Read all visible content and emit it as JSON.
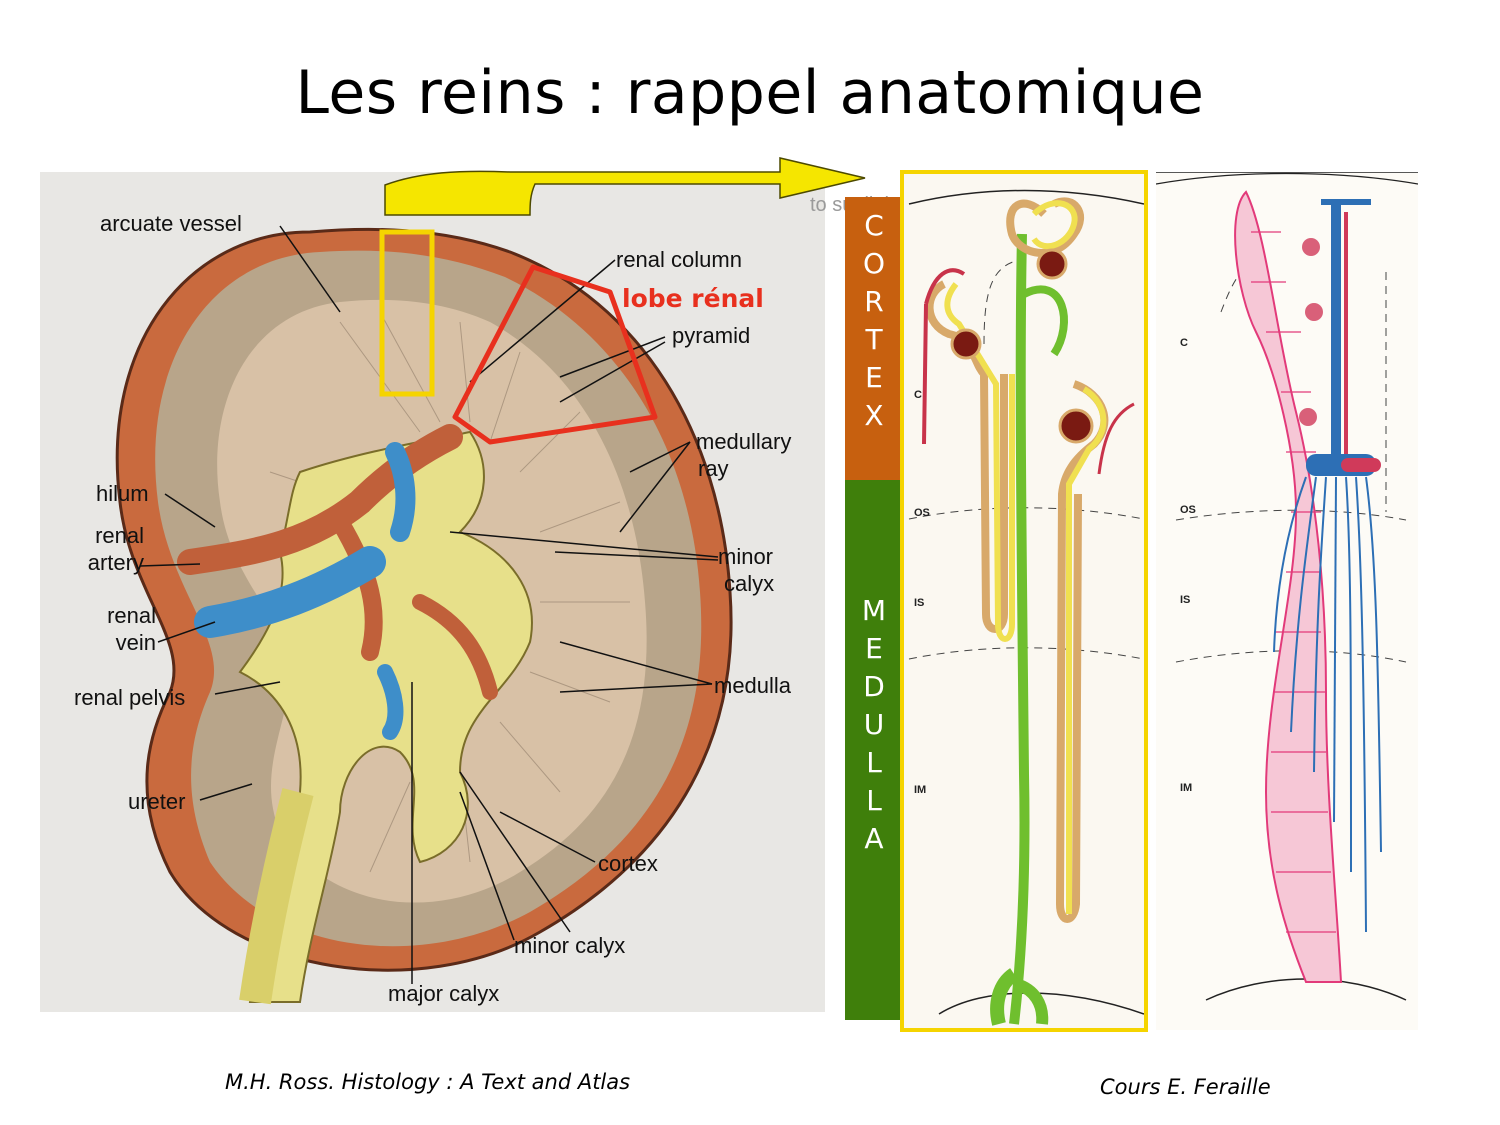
{
  "title": "Les reins : rappel anatomique",
  "kidney_labels": {
    "arcuate_vessel": "arcuate vessel",
    "renal_column": "renal column",
    "lobe_renal": "lobe rénal",
    "pyramid": "pyramid",
    "medullary_ray": [
      "medullary",
      "ray"
    ],
    "hilum": "hilum",
    "renal_artery": [
      "renal",
      "artery"
    ],
    "renal_vein": [
      "renal",
      "vein"
    ],
    "minor_calyx_right": [
      "minor",
      "calyx"
    ],
    "renal_pelvis": "renal pelvis",
    "medulla": "medulla",
    "ureter": "ureter",
    "cortex": "cortex",
    "minor_calyx_bottom": "minor calyx",
    "major_calyx": "major calyx"
  },
  "zone_bars": {
    "cortex_letters": [
      "C",
      "O",
      "R",
      "T",
      "E",
      "X"
    ],
    "medulla_letters": [
      "M",
      "E",
      "D",
      "U",
      "L",
      "L",
      "A"
    ]
  },
  "zone_labels": {
    "cortex": "C",
    "outer_stripe": "OS",
    "inner_stripe": "IS",
    "inner_medulla": "IM"
  },
  "credits": {
    "left": "M.H. Ross. Histology : A Text and Atlas",
    "right": "Cours E. Feraille"
  },
  "colors": {
    "cortex_bar": "#c7600f",
    "medulla_bar": "#3f7f0b",
    "highlight": "#f5d400",
    "lobe": "#e8301e"
  }
}
